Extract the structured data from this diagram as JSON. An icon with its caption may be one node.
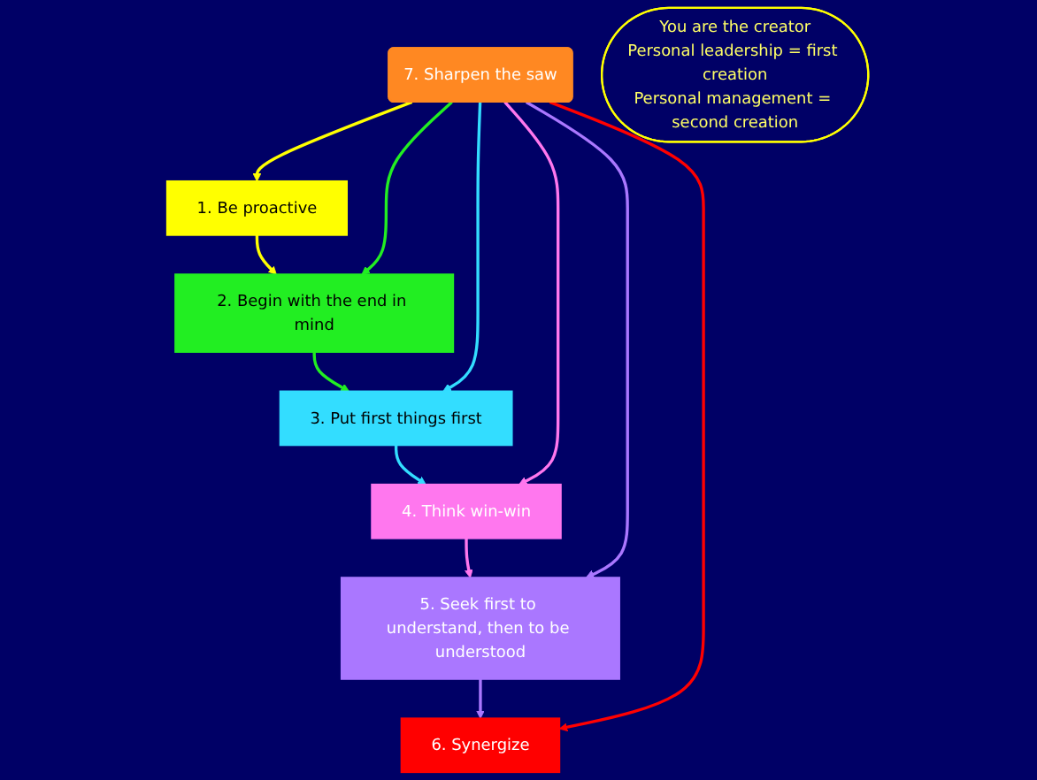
{
  "diagram": {
    "nodes": [
      {
        "text": [
          "1. Be proactive"
        ]
      },
      {
        "text": [
          "2. Begin with the end in mind"
        ]
      },
      {
        "text": [
          "3. Put first things first"
        ]
      },
      {
        "text": [
          "4. Think win-win"
        ]
      },
      {
        "text": [
          "5. Seek first to understand, then to be understood"
        ]
      },
      {
        "text": [
          "6. Synergize"
        ]
      },
      {
        "text": [
          "7. Sharpen the saw"
        ]
      },
      {
        "text": [
          "You are the creator",
          "Personal leadership = first creation",
          "Personal management = second creation"
        ]
      }
    ],
    "edges": [
      {
        "from": 0,
        "to": 1,
        "arrow": "to",
        "color": "#ffff00"
      },
      {
        "from": 1,
        "to": 2,
        "arrow": "to",
        "color": "#22ee22"
      },
      {
        "from": 2,
        "to": 3,
        "arrow": "to",
        "color": "#33ddff"
      },
      {
        "from": 3,
        "to": 4,
        "arrow": "to",
        "color": "#ff77ee"
      },
      {
        "from": 4,
        "to": 5,
        "arrow": "to",
        "color": "#aa77ff"
      },
      {
        "from": 6,
        "to": 0,
        "arrow": "to",
        "color": "#ffff00"
      },
      {
        "from": 6,
        "to": 1,
        "arrow": "to",
        "color": "#22ee22"
      },
      {
        "from": 6,
        "to": 2,
        "arrow": "to",
        "color": "#33ddff"
      },
      {
        "from": 6,
        "to": 3,
        "arrow": "to",
        "color": "#ff77ee"
      },
      {
        "from": 6,
        "to": 4,
        "arrow": "to",
        "color": "#aa77ff"
      },
      {
        "from": 6,
        "to": 5,
        "arrow": "to",
        "color": "#ff0000"
      }
    ]
  }
}
